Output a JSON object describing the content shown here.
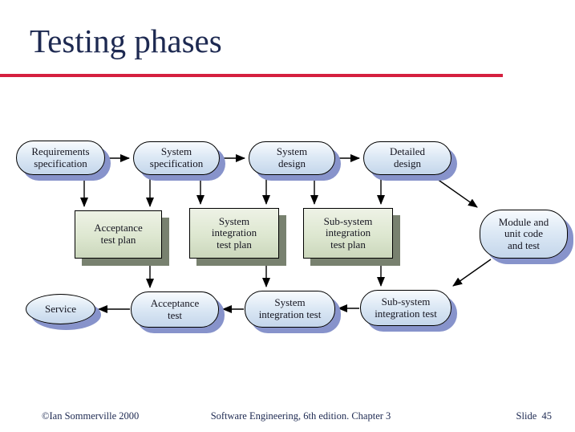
{
  "title": "Testing phases",
  "colors": {
    "rule_accent": "#d51f3f",
    "title_text": "#1d2951",
    "node_blue_fill": "#dbe7f4",
    "node_blue_shadow": "#8793cb",
    "node_green_fill": "#dde7d0",
    "node_green_shadow": "#78816f",
    "node_border": "#000000"
  },
  "diagram": {
    "nodes": [
      {
        "id": "requirements-specification",
        "label": "Requirements\nspecification"
      },
      {
        "id": "system-specification",
        "label": "System\nspecification"
      },
      {
        "id": "system-design",
        "label": "System\ndesign"
      },
      {
        "id": "detailed-design",
        "label": "Detailed\ndesign"
      },
      {
        "id": "acceptance-test-plan",
        "label": "Acceptance\ntest plan"
      },
      {
        "id": "system-integration-test-plan",
        "label": "System\nintegration\ntest plan"
      },
      {
        "id": "subsystem-integration-test-plan",
        "label": "Sub-system\nintegration\ntest plan"
      },
      {
        "id": "module-and-unit-code-and-test",
        "label": "Module and\nunit code\nand test"
      },
      {
        "id": "service",
        "label": "Service"
      },
      {
        "id": "acceptance-test",
        "label": "Acceptance\ntest"
      },
      {
        "id": "system-integration-test",
        "label": "System\nintegration test"
      },
      {
        "id": "subsystem-integration-test",
        "label": "Sub-system\nintegration test"
      }
    ],
    "edges": [
      {
        "from": "requirements-specification",
        "to": "system-specification"
      },
      {
        "from": "system-specification",
        "to": "system-design"
      },
      {
        "from": "system-design",
        "to": "detailed-design"
      },
      {
        "from": "requirements-specification",
        "to": "acceptance-test-plan"
      },
      {
        "from": "system-specification",
        "to": "acceptance-test-plan"
      },
      {
        "from": "system-specification",
        "to": "system-integration-test-plan"
      },
      {
        "from": "system-design",
        "to": "system-integration-test-plan"
      },
      {
        "from": "system-design",
        "to": "subsystem-integration-test-plan"
      },
      {
        "from": "detailed-design",
        "to": "subsystem-integration-test-plan"
      },
      {
        "from": "detailed-design",
        "to": "module-and-unit-code-and-test"
      },
      {
        "from": "acceptance-test-plan",
        "to": "acceptance-test"
      },
      {
        "from": "system-integration-test-plan",
        "to": "system-integration-test"
      },
      {
        "from": "subsystem-integration-test-plan",
        "to": "subsystem-integration-test"
      },
      {
        "from": "module-and-unit-code-and-test",
        "to": "subsystem-integration-test"
      },
      {
        "from": "subsystem-integration-test",
        "to": "system-integration-test"
      },
      {
        "from": "system-integration-test",
        "to": "acceptance-test"
      },
      {
        "from": "acceptance-test",
        "to": "service"
      }
    ]
  },
  "footer": {
    "left": "©Ian Sommerville 2000",
    "center": "Software Engineering, 6th edition. Chapter 3",
    "right": "Slide  45"
  }
}
